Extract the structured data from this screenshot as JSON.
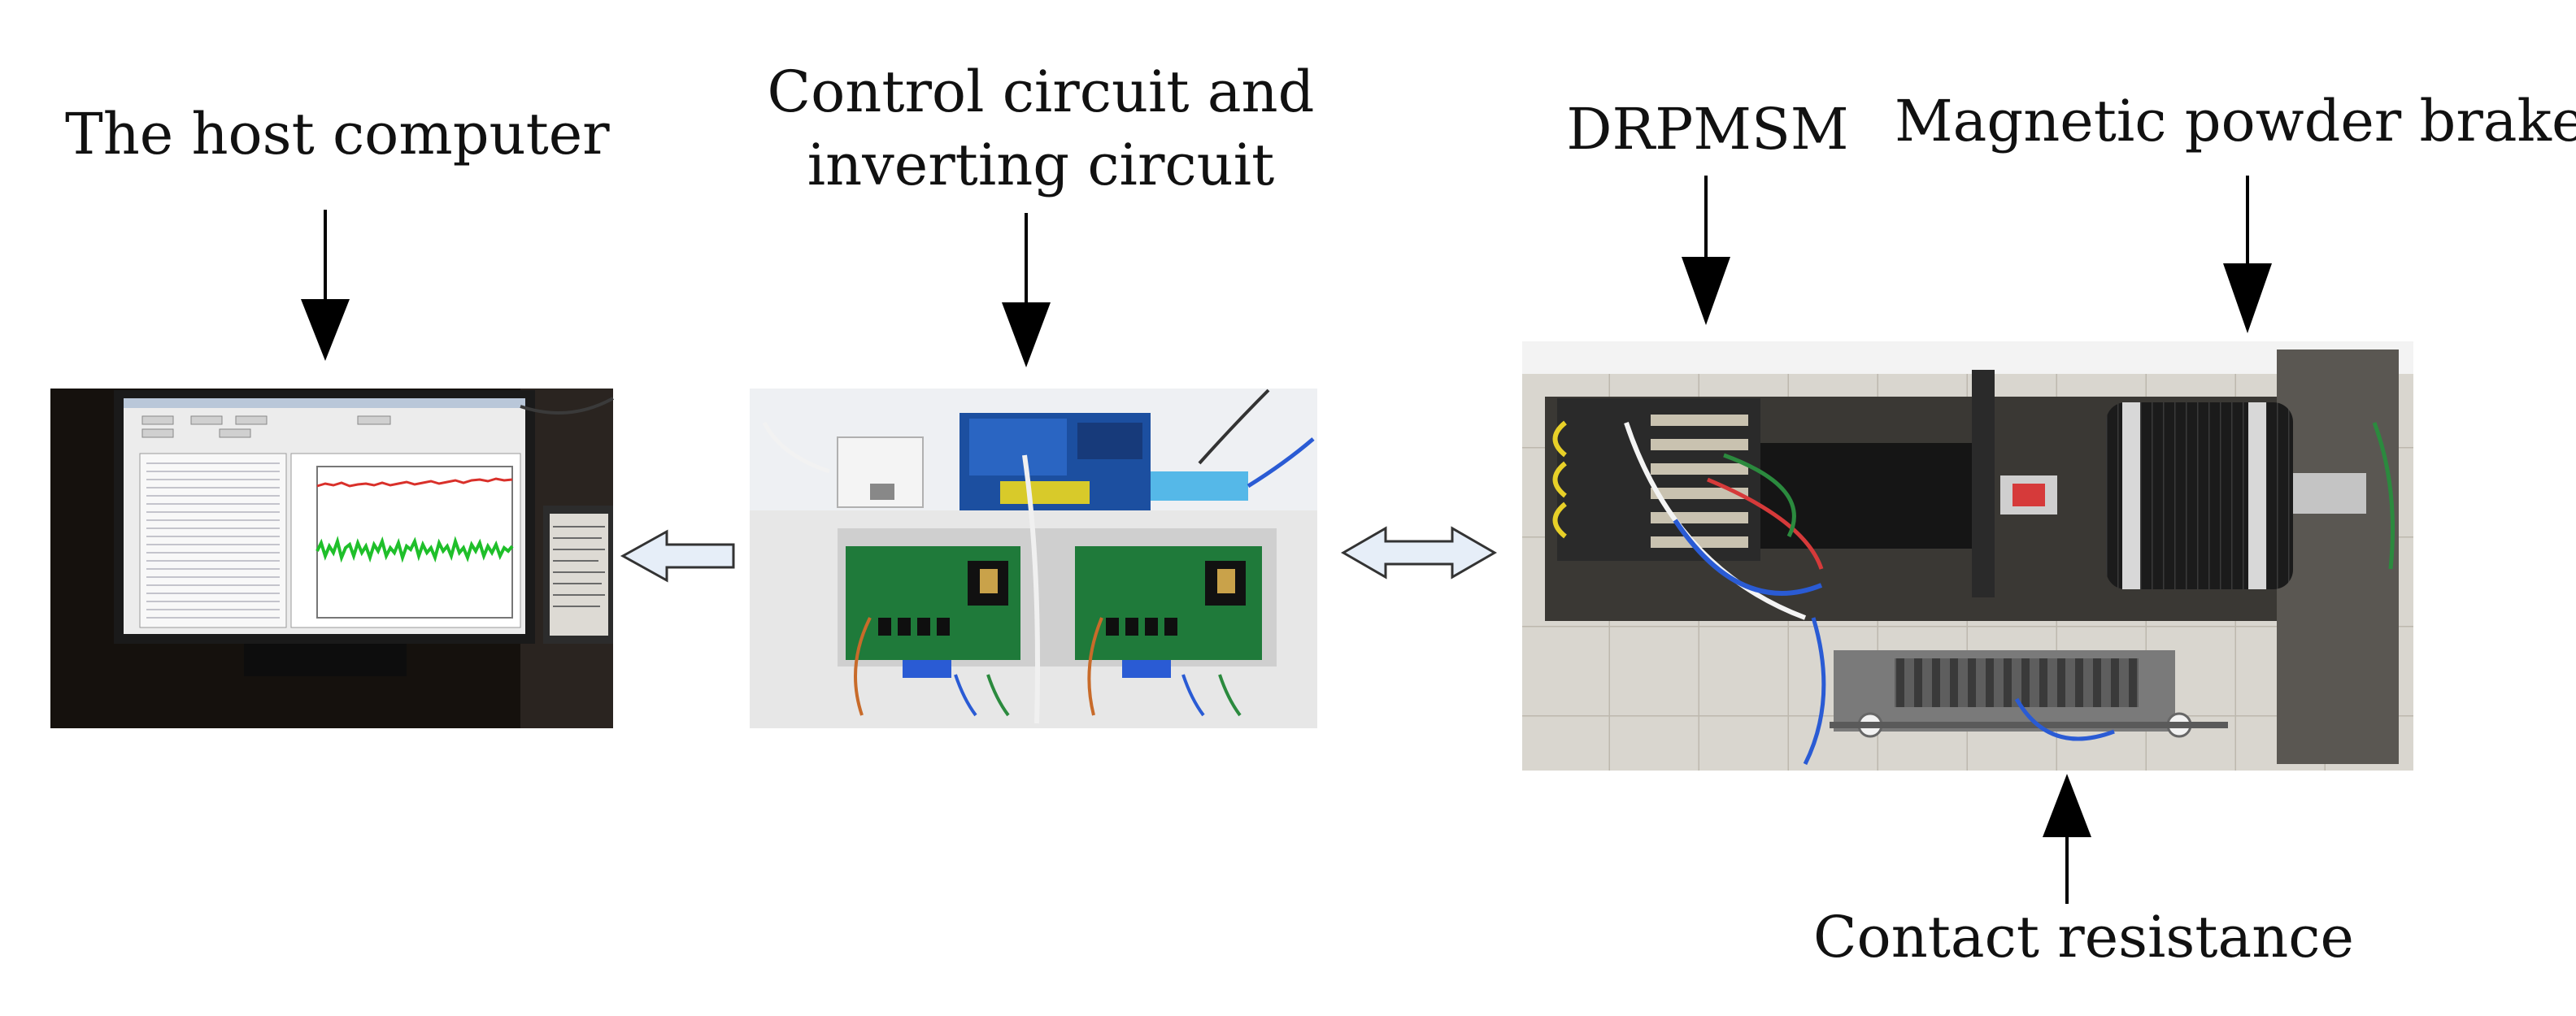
{
  "labels": {
    "host_computer": "The host computer",
    "control_line1": "Control circuit and",
    "control_line2": "inverting circuit",
    "drpmsm": "DRPMSM",
    "brake": "Magnetic powder brake",
    "contact_resistance": "Contact resistance"
  },
  "colors": {
    "arrow": "#000000",
    "double_arrow_fill": "#e6eef8",
    "double_arrow_stroke": "#333333",
    "monitor_frame": "#1a1a1a",
    "screen_bg": "#f2f2f2",
    "red_trace": "#d9302a",
    "green_trace": "#1fbf2a",
    "pcb_green": "#1f7a3a",
    "pcb_blue": "#1c4fa0",
    "motor_black": "#151515"
  },
  "photos": {
    "host_computer": "photo of monitor showing data table and waveform plot",
    "control_board": "photo of control board and two inverter boards",
    "test_bench": "photo of motor test bench with brake and resistor"
  }
}
